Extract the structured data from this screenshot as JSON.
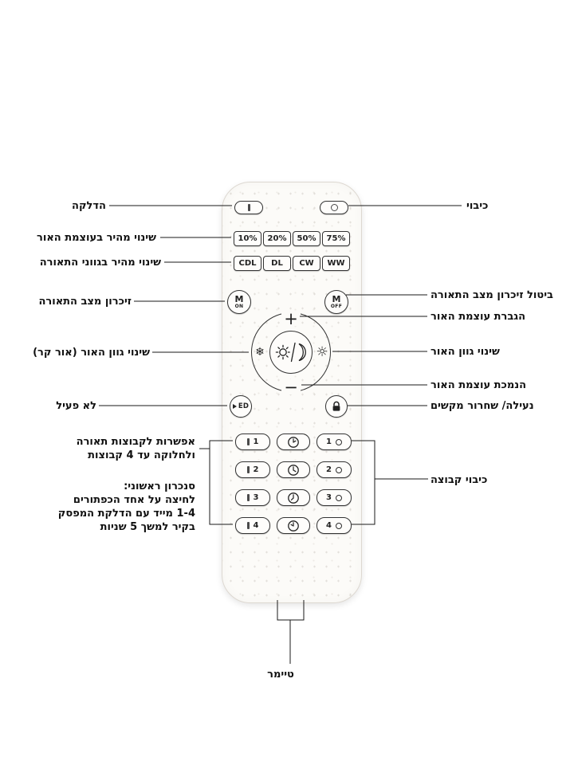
{
  "remote": {
    "percent_buttons": [
      "10%",
      "20%",
      "50%",
      "75%"
    ],
    "color_buttons": [
      "CDL",
      "DL",
      "CW",
      "WW"
    ],
    "memory_on_main": "M",
    "memory_on_sub": "ON",
    "memory_off_main": "M",
    "memory_off_sub": "OFF",
    "dial_plus": "+",
    "dial_minus": "−",
    "cold_symbol": "❄",
    "warm_symbol": "☼",
    "led_button_label": "ED",
    "group_numbers": [
      "1",
      "2",
      "3",
      "4"
    ]
  },
  "labels_left": {
    "power_on": "הדלקה",
    "quick_intensity": "שינוי מהיר בעוצמת האור",
    "quick_color": "שינוי מהיר בגווני התאורה",
    "memory": "זיכרון מצב התאורה",
    "cold_hue": "שינוי גוון האור (אור קר)",
    "inactive": "לא פעיל",
    "groups_line1": "אפשרות לקבוצות תאורה",
    "groups_line2": "ולחלוקה עד 4 קבוצות",
    "sync_title": "סנכרון ראשוני:",
    "sync_line1": "לחיצה על אחד הכפתורים",
    "sync_line2": "1-4 מייד עם הדלקת המפסק",
    "sync_line3": "בקיר למשך 5 שניות"
  },
  "labels_right": {
    "power_off": "כיבוי",
    "memory_cancel": "ביטול זיכרון מצב התאורה",
    "intensity_up": "הגברת עוצמת האור",
    "hue_change": "שינוי גוון האור",
    "intensity_down": "הנמכת עוצמת האור",
    "lock_toggle": "נעילה/ שחרור מקשים",
    "group_off": "כיבוי קבוצה"
  },
  "labels_bottom": {
    "timer": "טיימר"
  }
}
